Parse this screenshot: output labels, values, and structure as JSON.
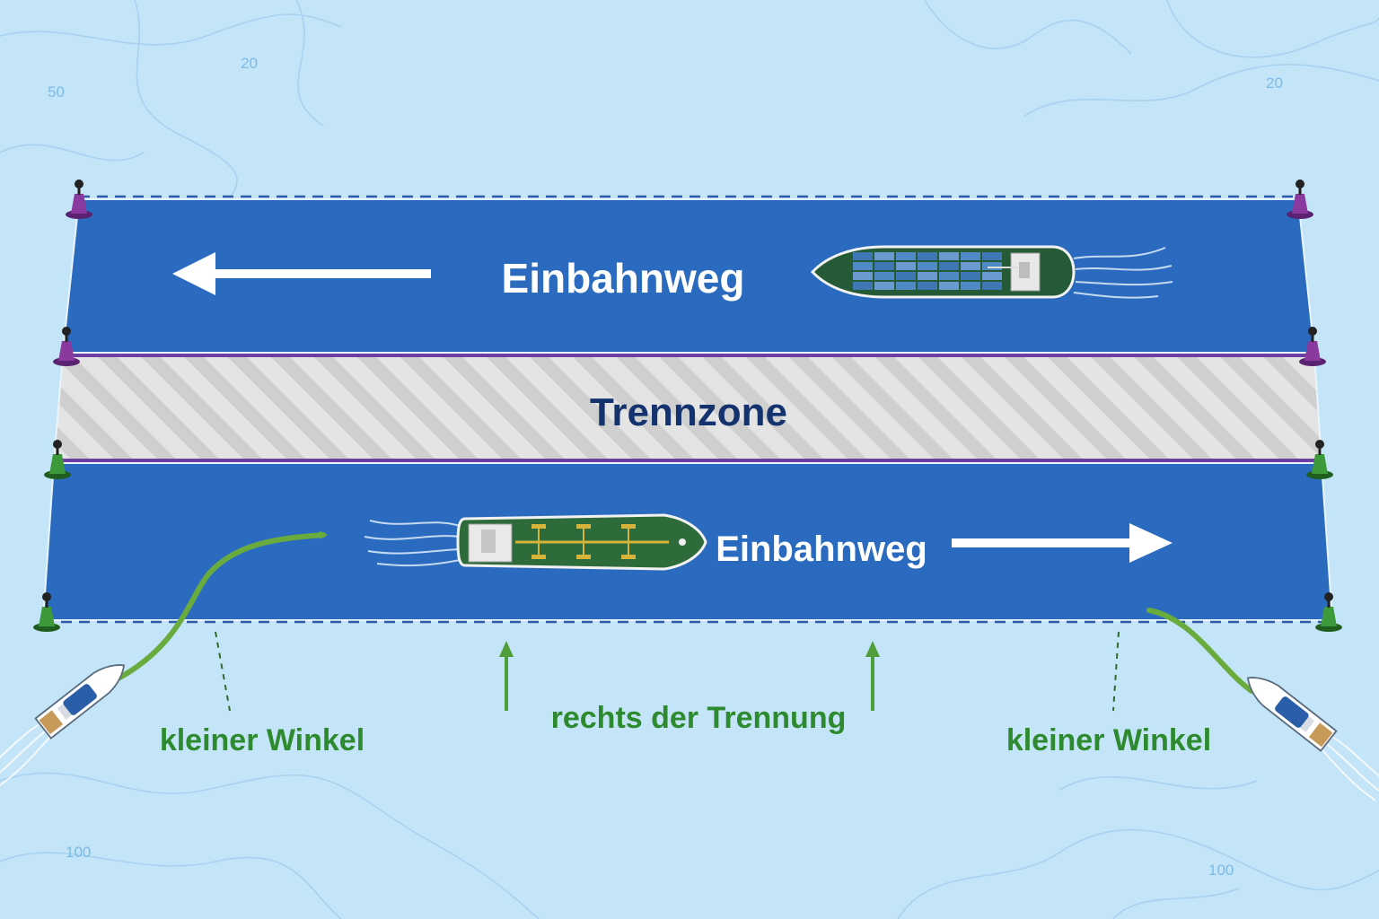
{
  "depths": [
    "20",
    "50",
    "20",
    "100",
    "100"
  ],
  "lanes": {
    "top_label": "Einbahnweg",
    "zone_label": "Trennzone",
    "bottom_label": "Einbahnweg"
  },
  "annotations": {
    "left_angle": "kleiner Winkel",
    "center": "rechts der Trennung",
    "right_angle": "kleiner Winkel"
  },
  "colors": {
    "water": "#c4e4f8",
    "lane": "#2a6bbf",
    "zone": "#dcdcdc",
    "separation_line": "#6c3fa4",
    "label_green": "#2e8a2e",
    "arrow_green": "#6aab3e",
    "buoy_purple": "#8a3a9e",
    "buoy_green": "#3d9a3a"
  },
  "icons": {
    "container_ship": "container-ship-icon",
    "tanker": "tanker-icon",
    "motor_yacht": "motor-yacht-icon",
    "buoy": "buoy-icon"
  }
}
